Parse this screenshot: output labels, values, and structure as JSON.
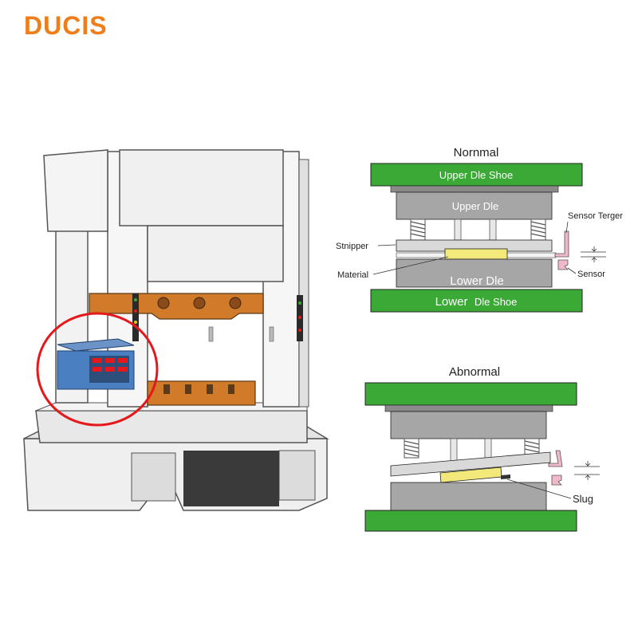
{
  "brand": {
    "name": "DUCIS",
    "color": "#ef7d1a"
  },
  "colors": {
    "die_shoe_green": "#3aa935",
    "die_gray": "#a6a6a6",
    "plate_light": "#d9d9d9",
    "material_yellow": "#f3e87a",
    "spring": "#6b6b6b",
    "sensor_pink": "#f0b8c8",
    "highlight_circle": "#e5191b",
    "press_frame": "#eeeeee",
    "press_orange": "#d07a2a",
    "controller_blue": "#4a7fc1"
  },
  "normal": {
    "title": "Nornmal",
    "upper_die_shoe": "Upper Dle Shoe",
    "upper_die": "Upper Dle",
    "lower_die": "Lower Dle",
    "lower_die_shoe_bold": "Lower",
    "lower_die_shoe_rest": "Dle Shoe",
    "stripper": "Stnipper",
    "material": "Material",
    "sensor_target": "Sensor Terger",
    "sensor": "Sensor"
  },
  "abnormal": {
    "title": "Abnormal",
    "slug": "Slug"
  }
}
